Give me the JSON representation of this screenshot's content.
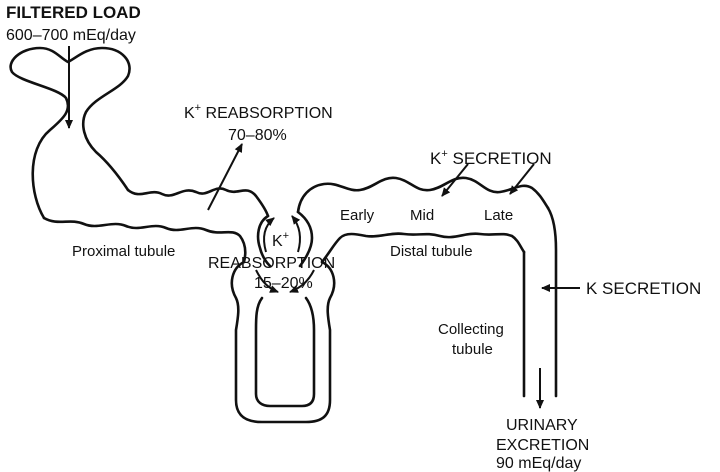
{
  "filtered_load": {
    "title": "FILTERED LOAD",
    "value": "600–700 mEq/day"
  },
  "proximal_reabsorption": {
    "title_prefix": "K",
    "sup": "+",
    "title_suffix": " REABSORPTION",
    "value": "70–80%"
  },
  "loop_reabsorption": {
    "prefix": "K",
    "sup": "+",
    "title": "REABSORPTION",
    "value": "15–20%"
  },
  "distal_secretion": {
    "prefix": "K",
    "sup": "+",
    "title": " SECRETION"
  },
  "collecting_secretion": {
    "label": "K SECRETION"
  },
  "segments": {
    "proximal": "Proximal tubule",
    "early": "Early",
    "mid": "Mid",
    "late": "Late",
    "distal": "Distal tubule",
    "collecting_line1": "Collecting",
    "collecting_line2": "tubule"
  },
  "urinary_excretion": {
    "line1": "URINARY",
    "line2": "EXCRETION",
    "line3": "90 mEq/day"
  }
}
